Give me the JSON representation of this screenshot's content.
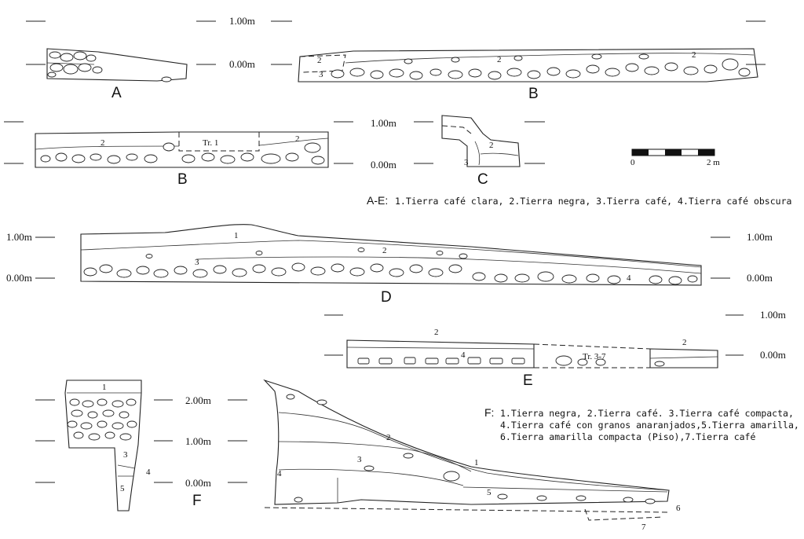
{
  "sections": {
    "A": {
      "label": "A"
    },
    "B_top": {
      "label": "B",
      "layers": [
        "2",
        "3",
        "2"
      ]
    },
    "B": {
      "label": "B",
      "trench": "Tr. 1",
      "layers": [
        "2",
        "2"
      ]
    },
    "C": {
      "label": "C",
      "layers": [
        "2",
        "3"
      ]
    },
    "D": {
      "label": "D",
      "layers": [
        "1",
        "2",
        "3",
        "4"
      ]
    },
    "E": {
      "label": "E",
      "trench": "Tr. 3-7",
      "layers": [
        "2",
        "4",
        "2"
      ]
    },
    "F": {
      "label": "F",
      "layers_left": [
        "1",
        "3",
        "4",
        "5"
      ],
      "layers_right": [
        "1",
        "2",
        "3",
        "4",
        "5",
        "6",
        "7"
      ]
    }
  },
  "elevations": {
    "m100": "1.00m",
    "m000": "0.00m",
    "m200": "2.00m"
  },
  "scale": {
    "start": "0",
    "end": "2 m"
  },
  "legend_ae": {
    "lead": "A-E:",
    "text": "1.Tierra café clara, 2.Tierra negra, 3.Tierra café, 4.Tierra café obscura"
  },
  "legend_f": {
    "lead": "F:",
    "line1": "1.Tierra negra, 2.Tierra café. 3.Tierra café compacta,",
    "line2": "4.Tierra café con granos anaranjados,5.Tierra amarilla,",
    "line3": "6.Tierra amarilla compacta (Piso),7.Tierra café"
  }
}
